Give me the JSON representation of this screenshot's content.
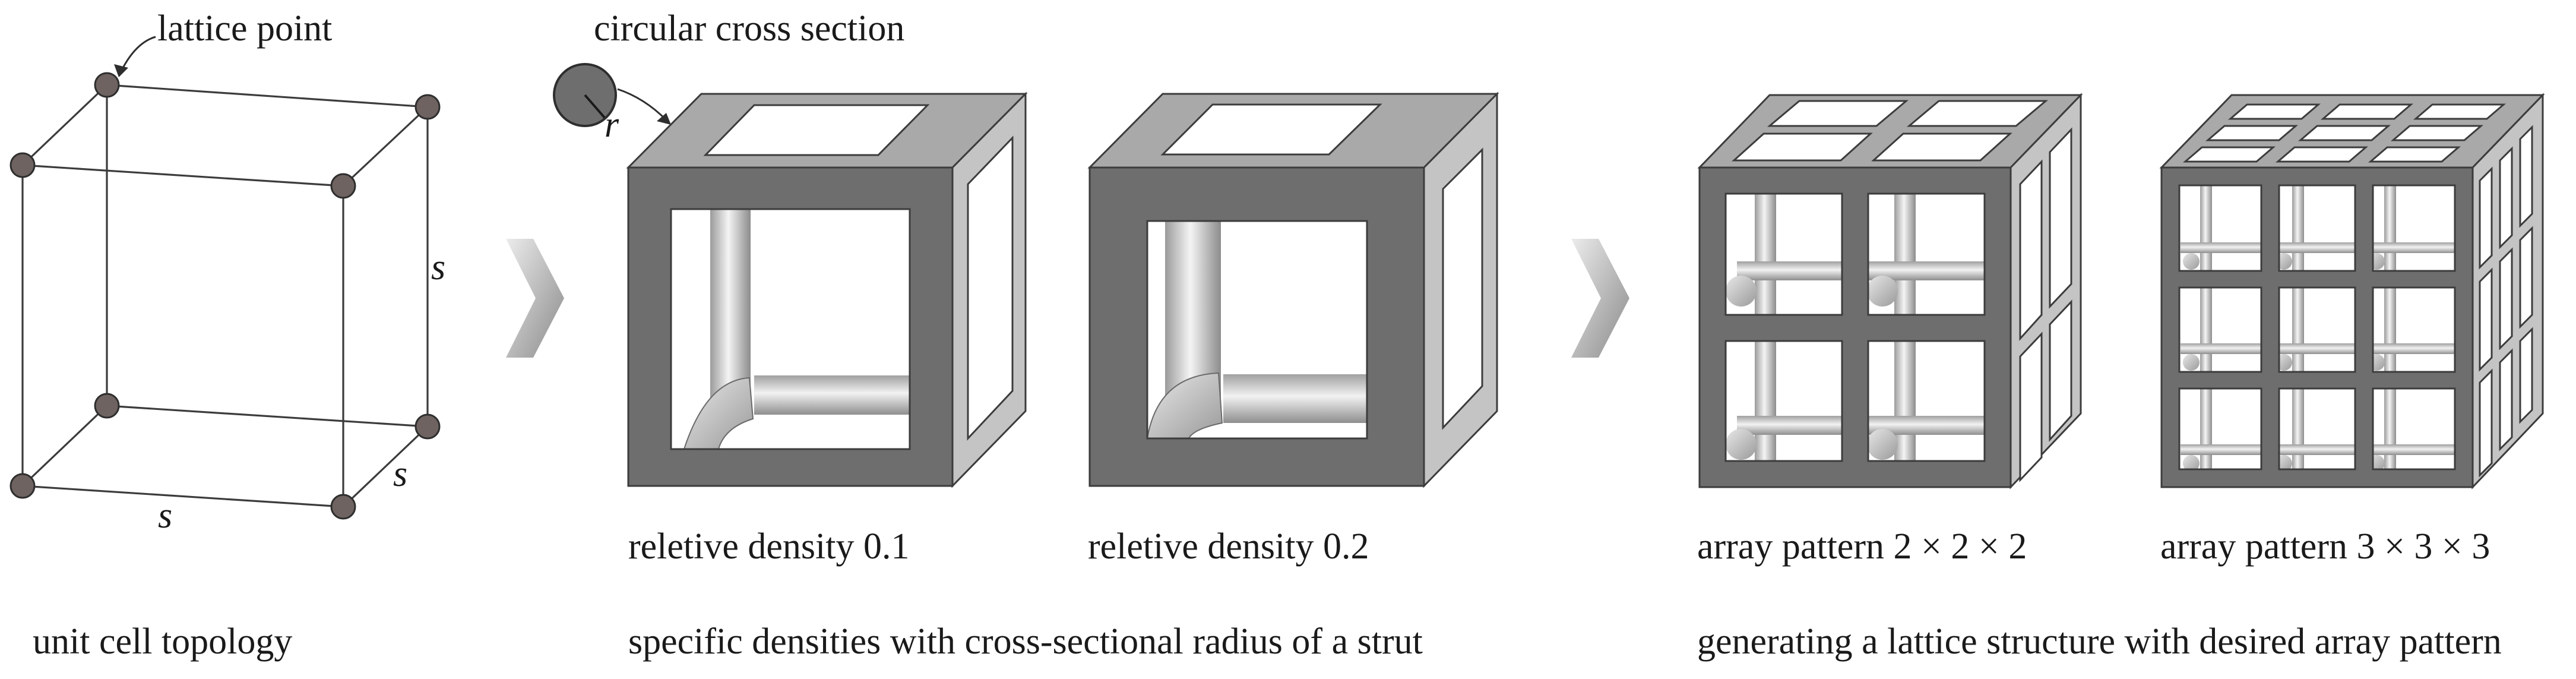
{
  "panels": {
    "unit_cell": {
      "lattice_point_label": "lattice point",
      "edge_label": "s",
      "caption": "unit cell topology"
    },
    "densities": {
      "cross_section_label": "circular cross section",
      "radius_label": "r",
      "cube_a_label": "reletive density 0.1",
      "cube_b_label": "reletive density 0.2",
      "caption": "specific densities with cross-sectional radius of a strut"
    },
    "arrays": {
      "array_a_label": "array pattern 2 × 2 × 2",
      "array_b_label": "array pattern 3 × 3 × 3",
      "caption": "generating a lattice structure with desired array pattern"
    }
  },
  "colors": {
    "front_face": "#6e6e6e",
    "top_face": "#a9a9a9",
    "side_face": "#c4c4c4",
    "outline": "#3c3c3c",
    "node": "#6e6360",
    "arrow_light": "#e4e4e4",
    "arrow_dark": "#8a8a8a"
  }
}
